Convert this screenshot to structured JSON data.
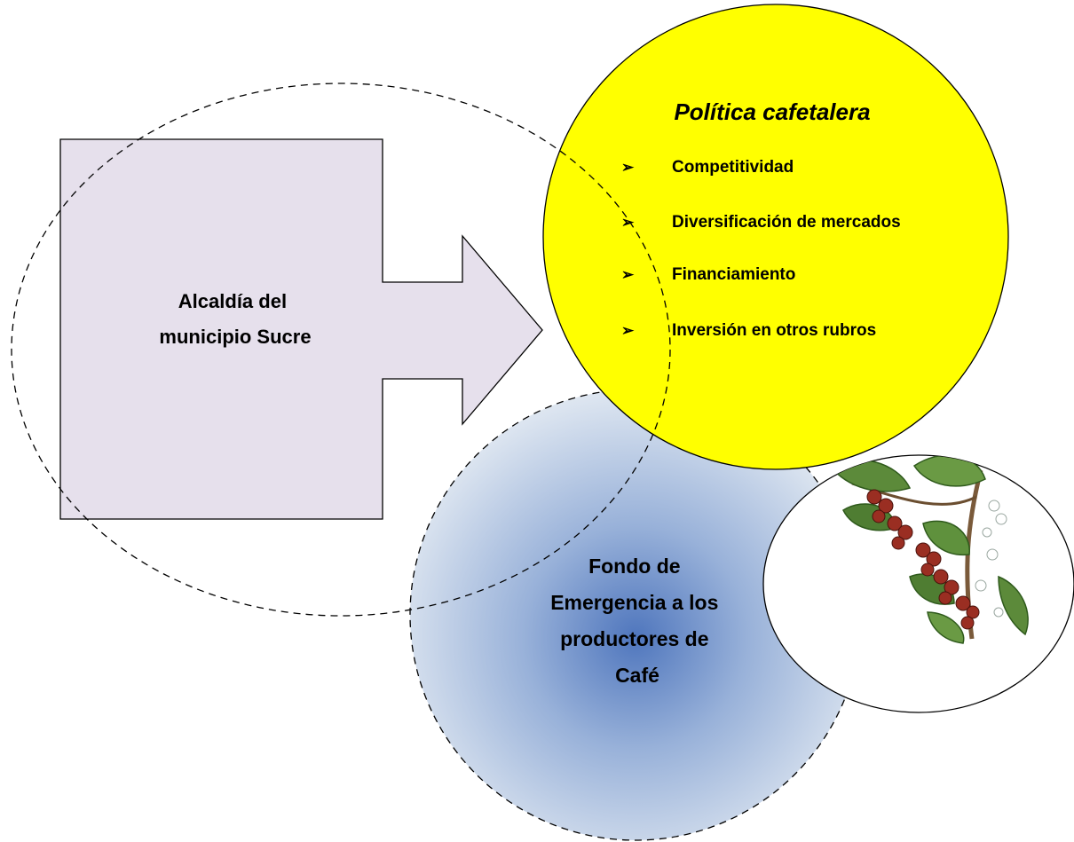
{
  "colors": {
    "background": "#ffffff",
    "arrow_fill": "#e6e0ec",
    "policy_fill": "#ffff00",
    "fund_center": "#5b7fc0",
    "fund_edge": "#dde6f0",
    "outline": "#000000"
  },
  "arrow": {
    "lines": [
      "Alcaldía del",
      "municipio Sucre"
    ]
  },
  "policy": {
    "title": "Política cafetalera",
    "bullet_glyph": "➢",
    "items": [
      "Competitividad",
      "Diversificación de mercados",
      "Financiamiento",
      "Inversión en otros rubros"
    ]
  },
  "fund": {
    "lines": [
      "Fondo de",
      "Emergencia a los",
      "productores de",
      "Café"
    ]
  },
  "image": {
    "icon": "coffee-branch-icon"
  }
}
